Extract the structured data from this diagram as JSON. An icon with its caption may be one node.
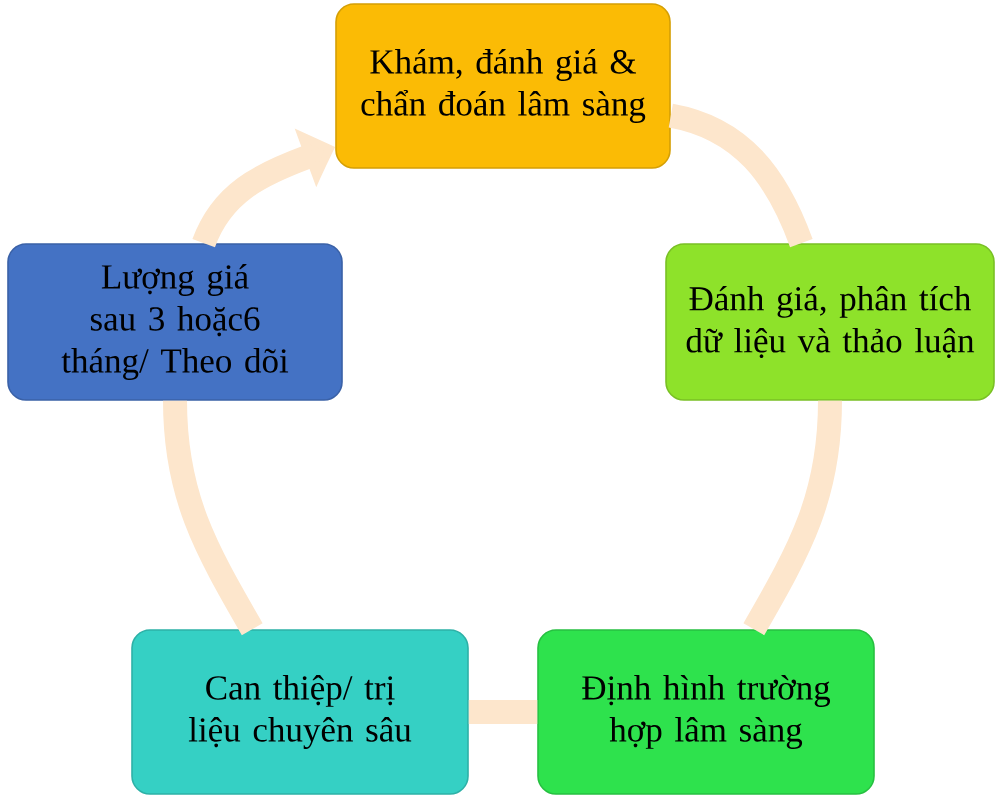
{
  "diagram": {
    "nodes": [
      {
        "text": [
          "Khám, đánh giá & chẩn đoán lâm sàng"
        ]
      },
      {
        "text": [
          "Đánh giá, phân tích dữ liệu và thảo luận"
        ]
      },
      {
        "text": [
          "Định hình trường hợp lâm sàng"
        ]
      },
      {
        "text": [
          "Can thiệp/ trị liệu chuyên sâu"
        ]
      },
      {
        "text": [
          "Lượng giá sau 3 hoặc6 tháng/ Theo dõi"
        ]
      }
    ],
    "edges": [
      {
        "from": 0,
        "to": 1,
        "arrow": "none"
      },
      {
        "from": 1,
        "to": 2,
        "arrow": "none"
      },
      {
        "from": 2,
        "to": 3,
        "arrow": "none"
      },
      {
        "from": 3,
        "to": 4,
        "arrow": "none"
      },
      {
        "from": 4,
        "to": 0,
        "arrow": "to"
      }
    ]
  }
}
